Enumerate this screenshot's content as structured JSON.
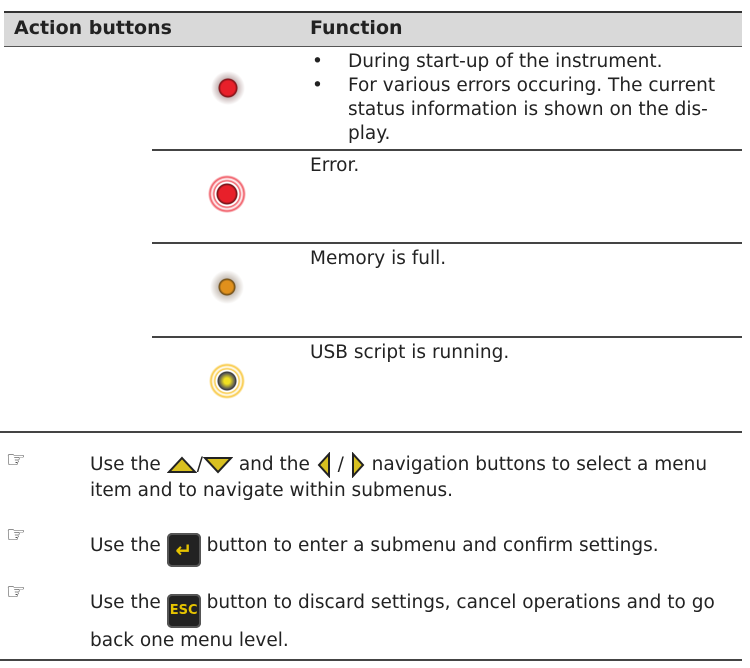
{
  "table": {
    "headers": [
      "Action buttons",
      "Function"
    ],
    "rows": [
      {
        "led": "red-glow-led-icon",
        "bullets": [
          "During start-up of the instrument.",
          "For various errors occuring. The current status information is shown on the dis-play."
        ]
      },
      {
        "led": "red-flashing-led-icon",
        "text": "Error."
      },
      {
        "led": "orange-led-icon",
        "text": "Memory is full."
      },
      {
        "led": "yellow-flashing-led-icon",
        "text": "USB script is running."
      }
    ]
  },
  "notes": [
    {
      "icon": "pointing-hand-icon",
      "pre": "Use the",
      "mid1": "/",
      "mid2": "and the",
      "mid3": "/",
      "post": "navigation buttons to select a menu item and to navigate within submenus."
    },
    {
      "icon": "pointing-hand-icon",
      "pre": "Use the",
      "post": "button to enter a submenu and confirm settings."
    },
    {
      "icon": "pointing-hand-icon",
      "pre": "Use the",
      "key": "ESC",
      "post": "button to discard settings, cancel operations and to go back one menu level."
    }
  ],
  "colors": {
    "red": "#e8202a",
    "orange": "#e0901c",
    "yellow": "#f0e020",
    "key_yellow": "#d8c020"
  }
}
